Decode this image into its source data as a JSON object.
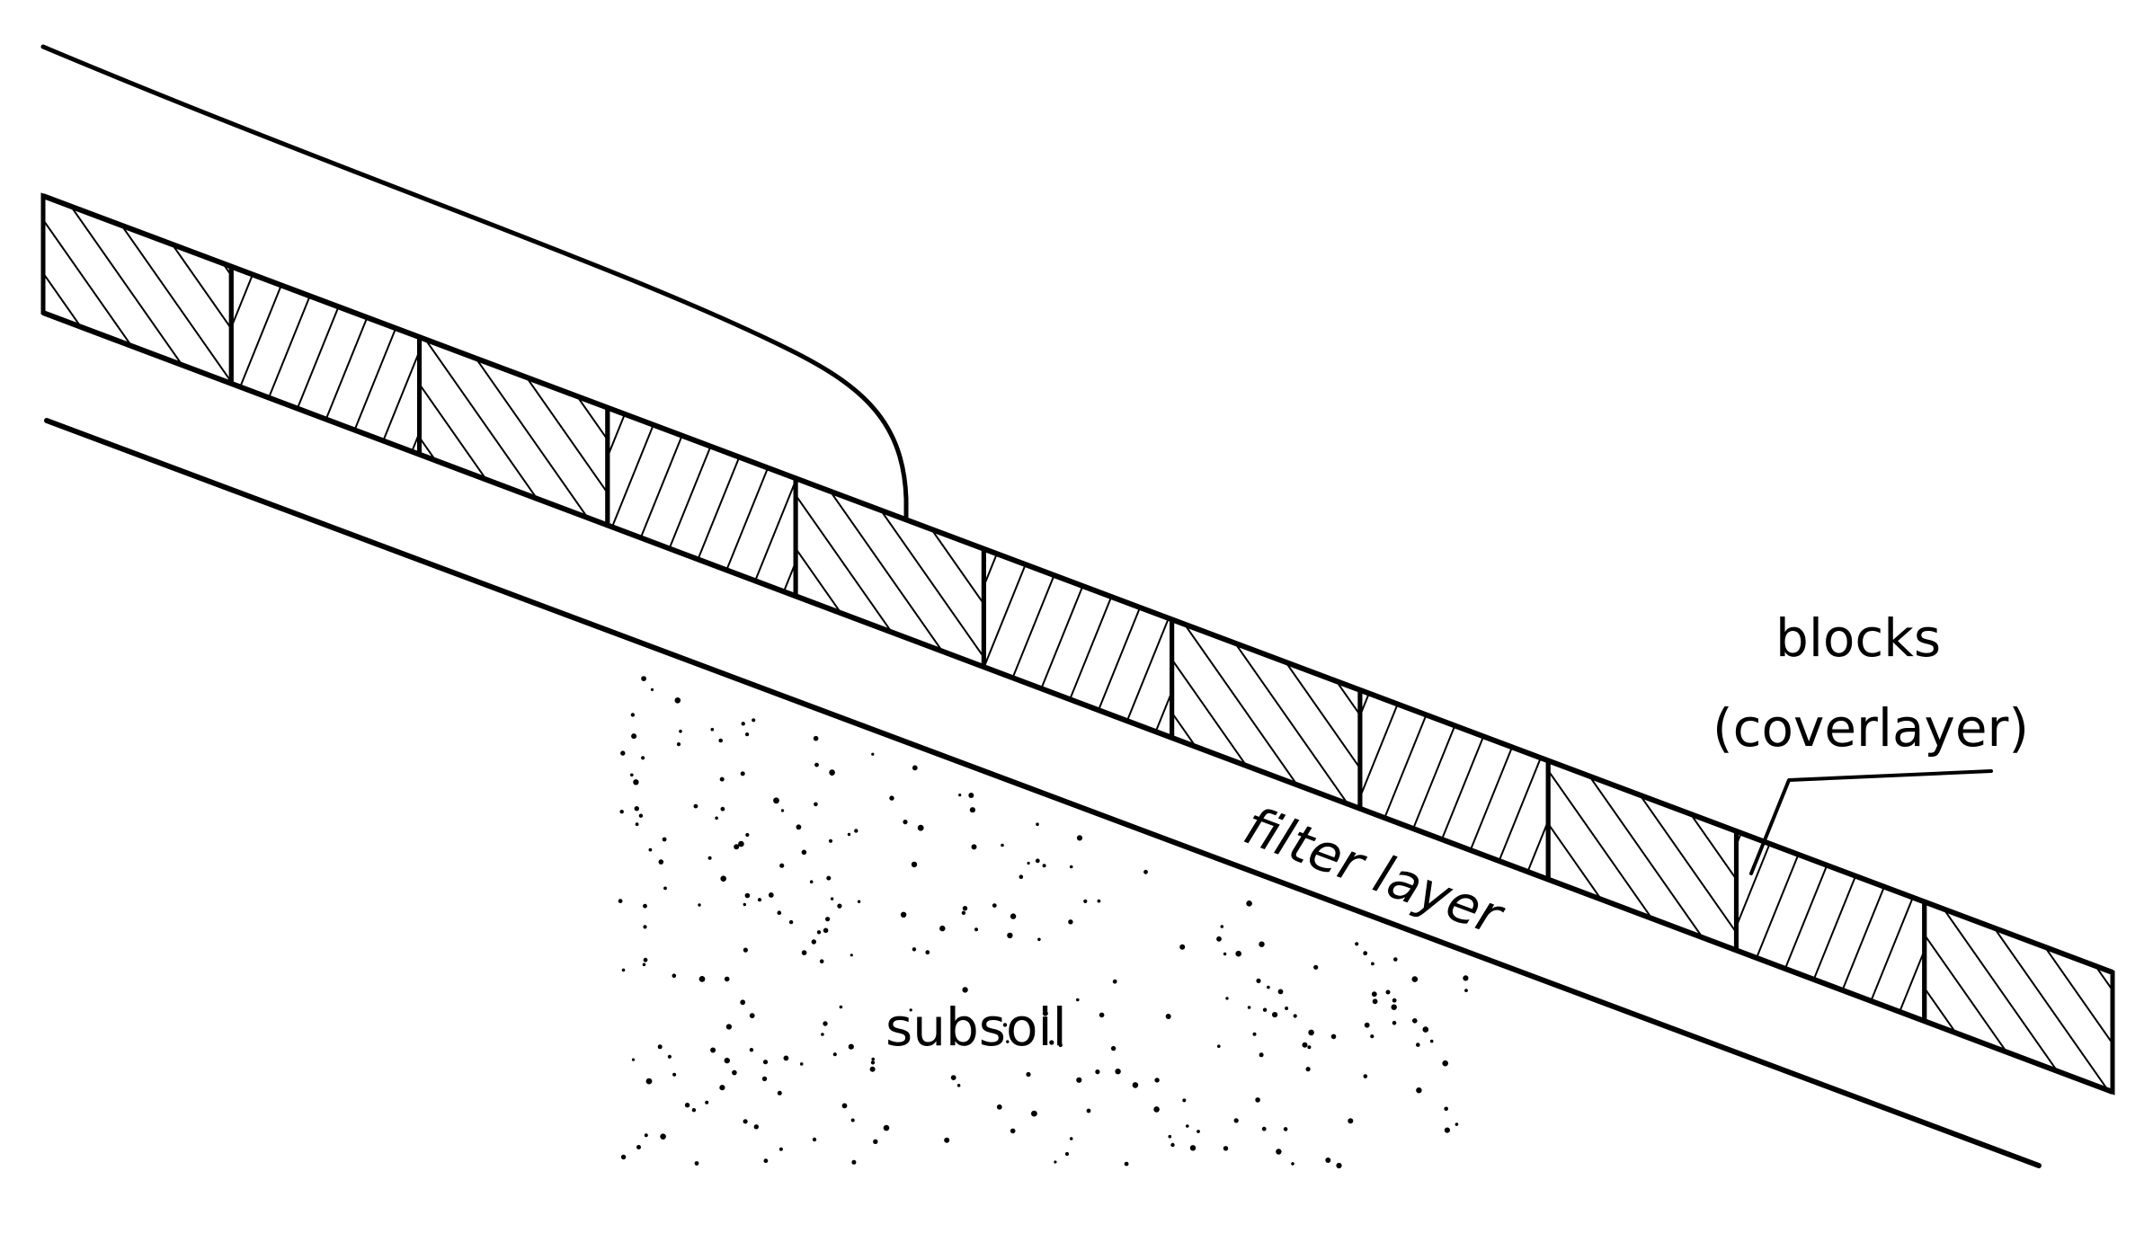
{
  "labels": {
    "blocks": "blocks",
    "coverlayer": "(coverlayer)",
    "filter_layer": "filter layer",
    "subsoil": "subsoil"
  },
  "colors": {
    "ink": "#000000",
    "background": "#ffffff"
  }
}
